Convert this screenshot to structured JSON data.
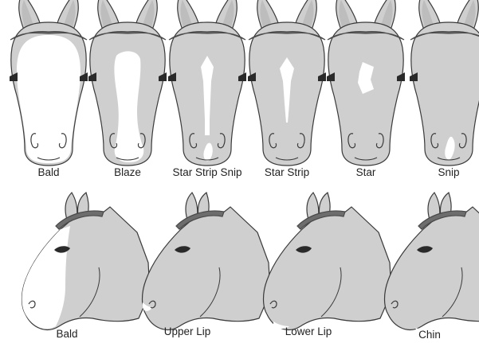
{
  "colors": {
    "coat": "#cfcfcf",
    "white_marking": "#ffffff",
    "mane": "#6d6d6d",
    "outline": "#3a3a3a",
    "eye": "#2a2a2a",
    "label_text": "#222222"
  },
  "front_row": [
    {
      "label": "Bald",
      "marking": "bald"
    },
    {
      "label": "Blaze",
      "marking": "blaze"
    },
    {
      "label": "Star Strip Snip",
      "marking": "star-strip-snip"
    },
    {
      "label": "Star Strip",
      "marking": "star-strip"
    },
    {
      "label": "Star",
      "marking": "star"
    },
    {
      "label": "Snip",
      "marking": "snip"
    }
  ],
  "side_row": [
    {
      "label": "Bald",
      "marking": "bald"
    },
    {
      "label": "Upper Lip",
      "marking": "upper-lip"
    },
    {
      "label": "Lower Lip",
      "marking": "lower-lip"
    },
    {
      "label": "Chin",
      "marking": "chin"
    }
  ]
}
